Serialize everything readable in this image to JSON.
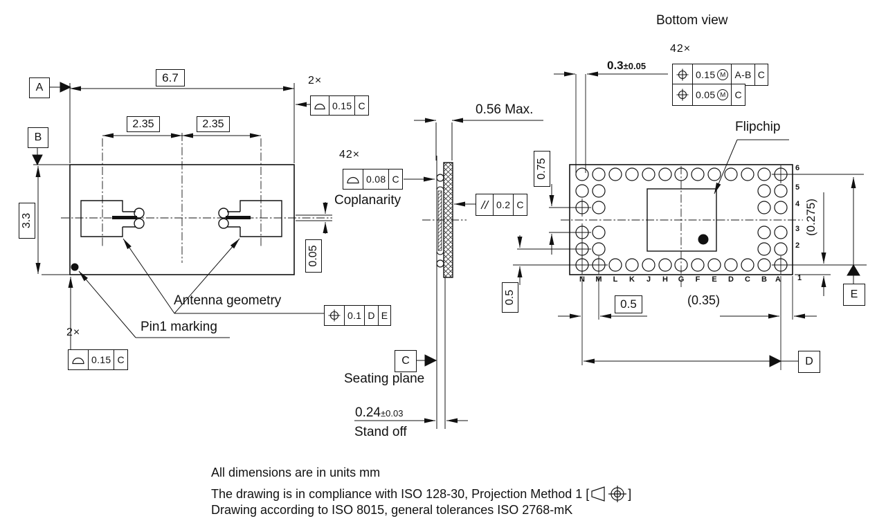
{
  "drawing": {
    "front": {
      "datum_a": "A",
      "datum_b": "B",
      "dim_width": "6.7",
      "dim_left": "2.35",
      "dim_right": "2.35",
      "dim_height": "3.3",
      "dim_trace": "0.05",
      "qty_top": "2×",
      "fcf_top_tol": "0.15",
      "fcf_top_datum": "C",
      "qty_bottom": "2×",
      "fcf_bottom_tol": "0.15",
      "fcf_bottom_datum": "C",
      "fcf_pos_tol": "0.1",
      "fcf_pos_d1": "D",
      "fcf_pos_d2": "E",
      "antenna_label": "Antenna geometry",
      "pin1_label": "Pin1 marking"
    },
    "side": {
      "dim_max": "0.56 Max.",
      "qty": "42×",
      "fcf_profile_tol": "0.08",
      "fcf_profile_datum": "C",
      "coplanarity_label": "Coplanarity",
      "fcf_par_tol": "0.2",
      "fcf_par_datum": "C",
      "datum_c": "C",
      "seating_label": "Seating plane",
      "standoff_value": "0.24",
      "standoff_tol": "±0.03",
      "standoff_label": "Stand off"
    },
    "bottom": {
      "title": "Bottom view",
      "dim_offset": "0.3",
      "dim_offset_tol": "±0.05",
      "qty": "42×",
      "fcf1_tol": "0.15",
      "fcf1_mod": "M",
      "fcf1_d1": "A-B",
      "fcf1_d2": "C",
      "fcf2_tol": "0.05",
      "fcf2_mod": "M",
      "fcf2_d1": "C",
      "flipchip_label": "Flipchip",
      "dim_row_gap": "0.75",
      "dim_row_pitch": "0.5",
      "dim_col_pitch": "0.5",
      "dim_edge_col": "(0.35)",
      "dim_edge_row": "(0.275)",
      "datum_d": "D",
      "datum_e": "E",
      "col_labels": [
        "N",
        "M",
        "L",
        "K",
        "J",
        "H",
        "G",
        "F",
        "E",
        "D",
        "C",
        "B",
        "A"
      ],
      "row_labels": [
        "6",
        "5",
        "4",
        "3",
        "2",
        "1"
      ]
    },
    "notes": {
      "line1": "All dimensions are in units mm",
      "line2_pre": "The drawing is in compliance with ISO 128-30, Projection Method 1 [",
      "line2_post": "]",
      "line3": "Drawing according to ISO 8015, general tolerances ISO 2768-mK"
    }
  }
}
